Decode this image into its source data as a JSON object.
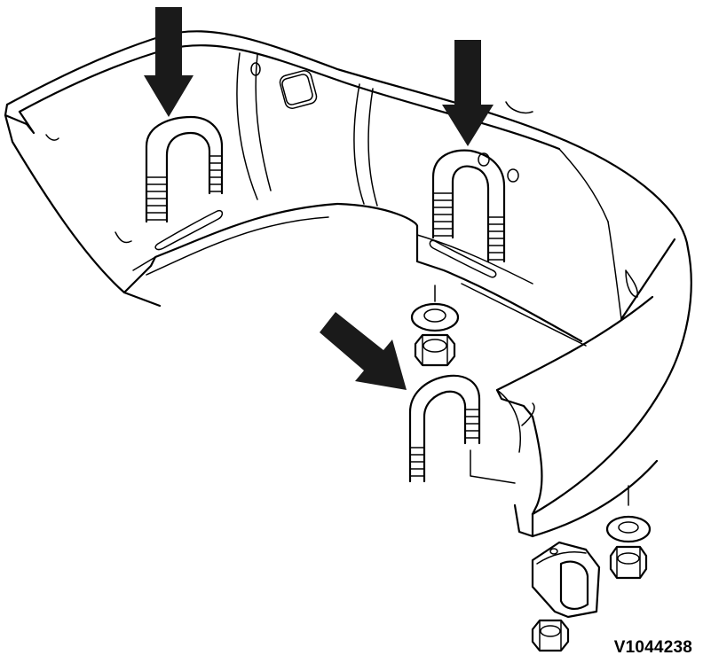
{
  "figure": {
    "id_label": "V1044238"
  },
  "parts": [
    {
      "name": "bumper"
    },
    {
      "name": "u-bolt",
      "count": 3
    },
    {
      "name": "washer",
      "count": 2
    },
    {
      "name": "nut",
      "count": 3
    },
    {
      "name": "bracket",
      "count": 1
    }
  ],
  "arrows": {
    "count": 3,
    "color": "#1a1a1a"
  }
}
